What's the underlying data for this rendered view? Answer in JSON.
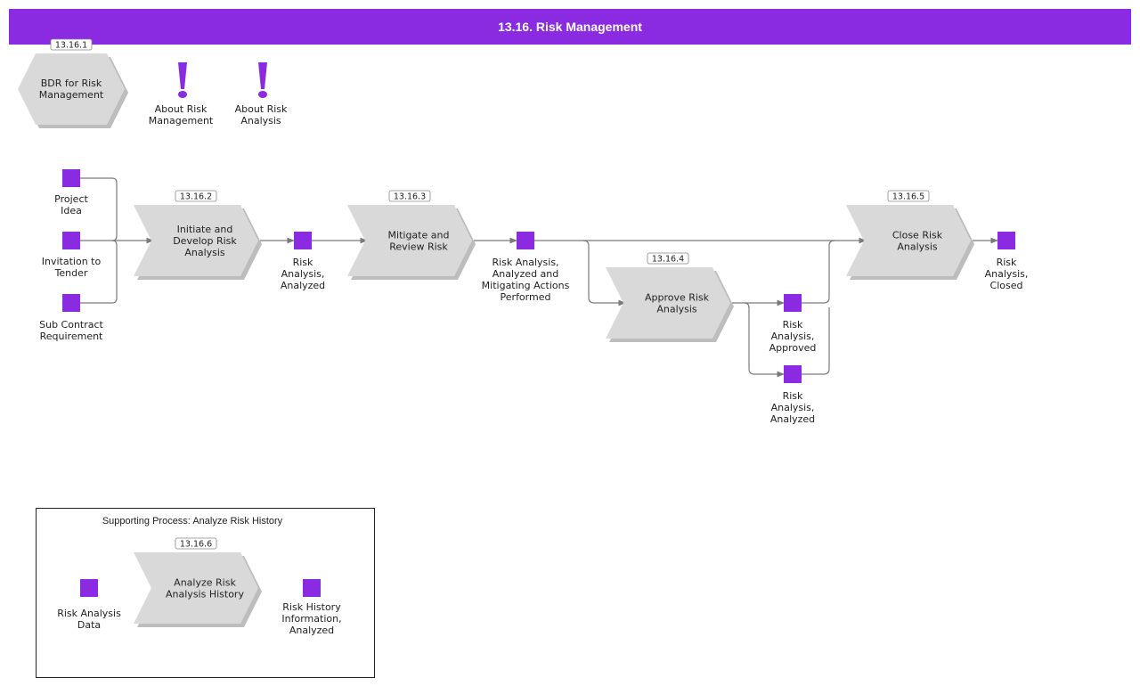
{
  "title": "13.16. Risk Management",
  "colors": {
    "accent": "#8a2be2",
    "step": "#d9d9d9",
    "connector": "#7a7a7a"
  },
  "bdr": {
    "id": "13.16.1",
    "label": [
      "BDR for Risk",
      "Management"
    ]
  },
  "notes": [
    {
      "label": [
        "About Risk",
        "Management"
      ],
      "icon": "exclamation-icon"
    },
    {
      "label": [
        "About Risk",
        "Analysis"
      ],
      "icon": "exclamation-icon"
    }
  ],
  "steps": {
    "initiate": {
      "id": "13.16.2",
      "label": [
        "Initiate and",
        "Develop Risk",
        "Analysis"
      ]
    },
    "mitigate": {
      "id": "13.16.3",
      "label": [
        "Mitigate and",
        "Review Risk"
      ]
    },
    "approve": {
      "id": "13.16.4",
      "label": [
        "Approve Risk",
        "Analysis"
      ]
    },
    "close": {
      "id": "13.16.5",
      "label": [
        "Close Risk",
        "Analysis"
      ]
    },
    "history": {
      "id": "13.16.6",
      "label": [
        "Analyze Risk",
        "Analysis History"
      ]
    }
  },
  "events": {
    "project_idea": [
      "Project",
      "Idea"
    ],
    "invitation": [
      "Invitation to",
      "Tender"
    ],
    "subcontract": [
      "Sub Contract",
      "Requirement"
    ],
    "analyzed1": [
      "Risk",
      "Analysis,",
      "Analyzed"
    ],
    "mitigated": [
      "Risk Analysis,",
      "Analyzed and",
      "Mitigating Actions",
      "Performed"
    ],
    "approved": [
      "Risk",
      "Analysis,",
      "Approved"
    ],
    "analyzed2": [
      "Risk",
      "Analysis,",
      "Analyzed"
    ],
    "closed": [
      "Risk",
      "Analysis,",
      "Closed"
    ],
    "history_data": [
      "Risk Analysis",
      "Data"
    ],
    "history_out": [
      "Risk History",
      "Information,",
      "Analyzed"
    ]
  },
  "supporting": {
    "title": "Supporting Process: Analyze Risk History"
  }
}
